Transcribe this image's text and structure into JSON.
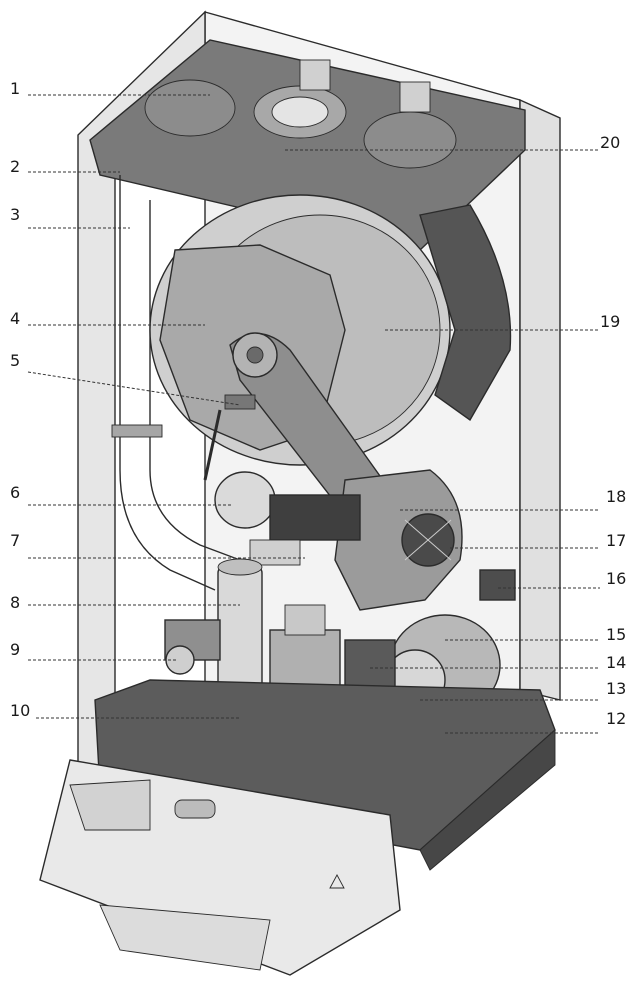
{
  "callouts": [
    {
      "num": "1"
    },
    {
      "num": "2"
    },
    {
      "num": "3"
    },
    {
      "num": "4"
    },
    {
      "num": "5"
    },
    {
      "num": "6"
    },
    {
      "num": "7"
    },
    {
      "num": "8"
    },
    {
      "num": "9"
    },
    {
      "num": "10"
    },
    {
      "num": "12"
    },
    {
      "num": "13"
    },
    {
      "num": "14"
    },
    {
      "num": "15"
    },
    {
      "num": "16"
    },
    {
      "num": "17"
    },
    {
      "num": "18"
    },
    {
      "num": "19"
    },
    {
      "num": "20"
    }
  ],
  "colors": {
    "casing_light": "#efefef",
    "casing_mid": "#d9d9d9",
    "part_grey": "#9a9a9a",
    "part_dark": "#5a5a5a",
    "part_darker": "#3c3c3c",
    "outline": "#2b2b2b"
  }
}
